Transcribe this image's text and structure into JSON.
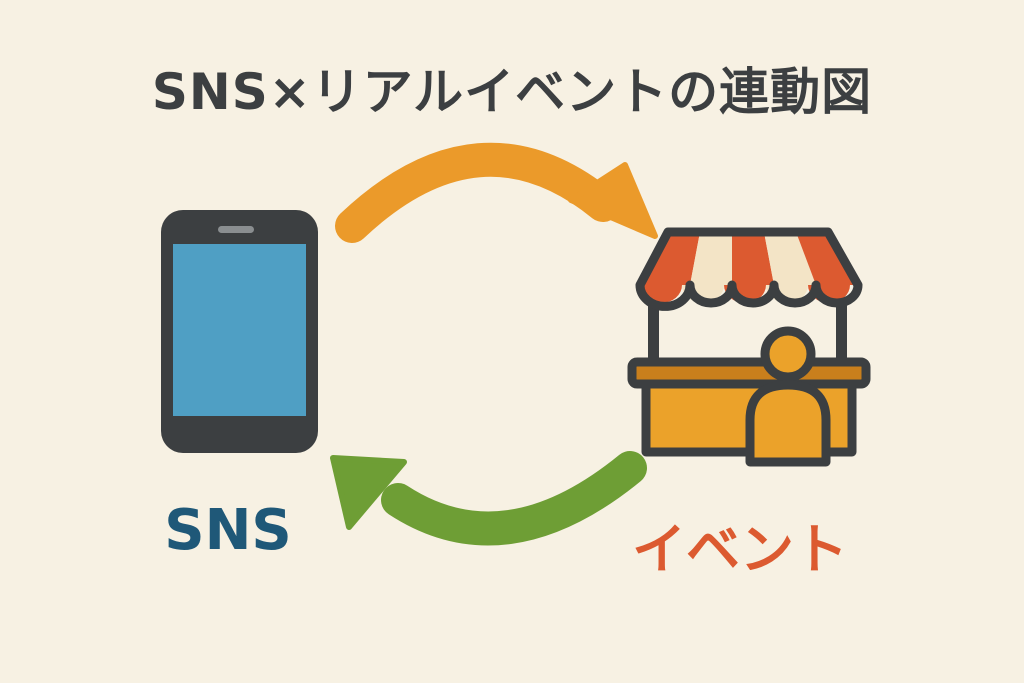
{
  "title": "SNS×リアルイベントの連動図",
  "nodes": {
    "sns": {
      "label": "SNS",
      "icon": "smartphone-icon"
    },
    "event": {
      "label": "イベント",
      "icon": "event-booth-icon"
    }
  },
  "colors": {
    "background": "#f7f1e3",
    "title": "#3c3f41",
    "sns_label": "#1f5878",
    "event_label": "#dc5a30",
    "arrow_sns_to_event": "#eb9a2a",
    "arrow_event_to_sns": "#6e9e35",
    "phone_screen": "#4f9fc4",
    "outline": "#3c3f41",
    "awning_red": "#dc5a30",
    "awning_cream": "#f3e4c6",
    "booth_orange": "#eba22a"
  }
}
